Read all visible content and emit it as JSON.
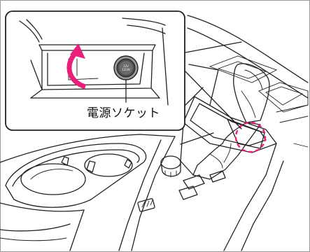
{
  "callout": {
    "label": "電源ソケット",
    "socket_marking_top": "12V",
    "socket_marking_bottom": "120W"
  },
  "colors": {
    "arrow": "#e8207a",
    "highlight_circle": "#e8207a",
    "line_art": "#222222",
    "background": "#ffffff"
  }
}
